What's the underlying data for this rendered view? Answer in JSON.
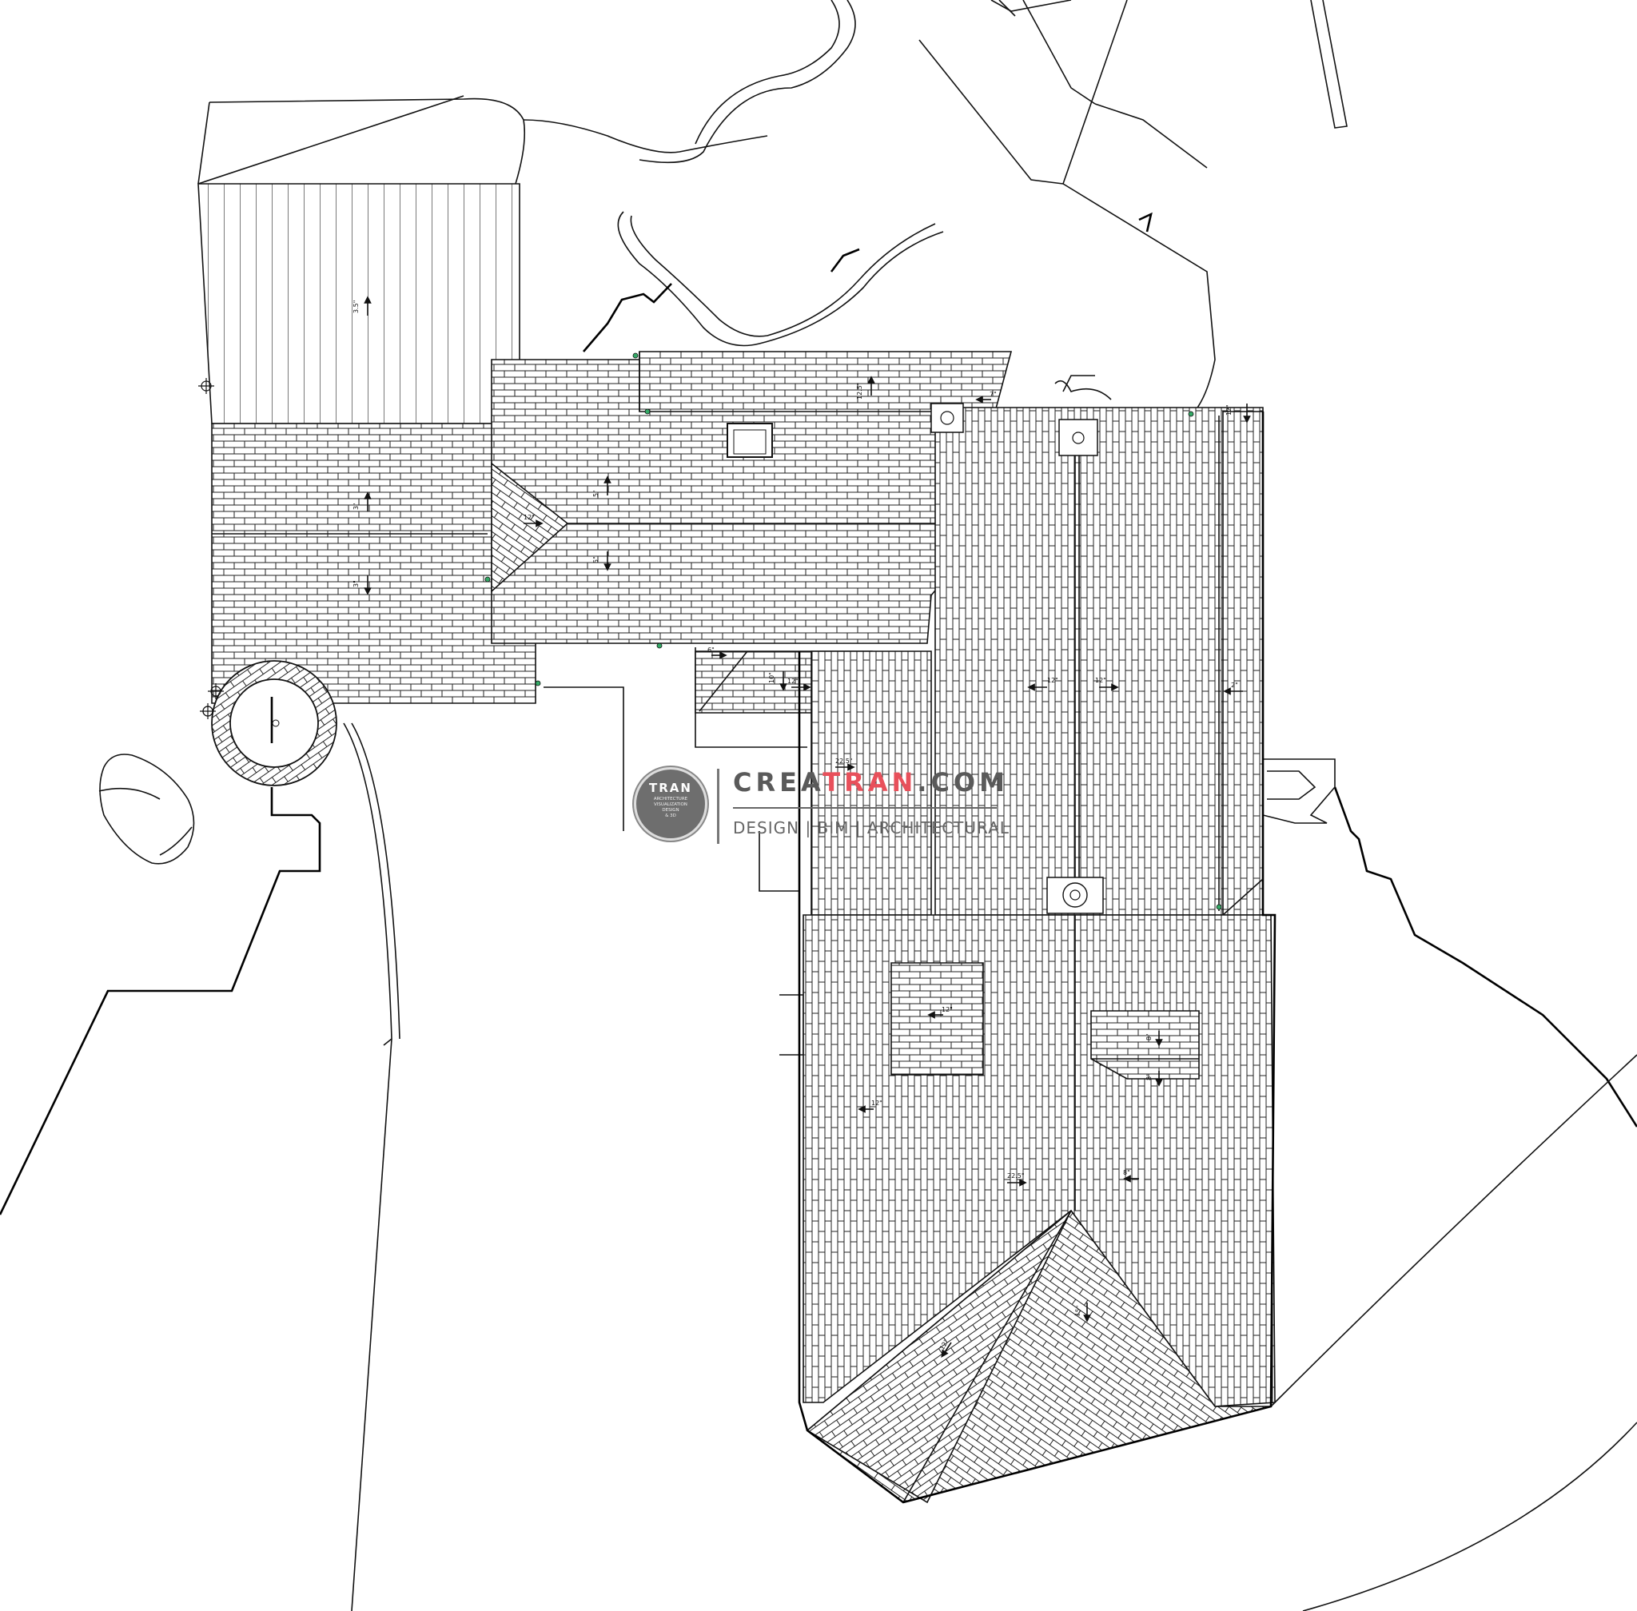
{
  "drawing": {
    "type": "roof-plan",
    "colors": {
      "line": "#111111",
      "background": "#ffffff",
      "shingle_pattern": "#111111"
    },
    "slope_labels": [
      "3.5\"",
      "3\"",
      "3\"",
      "12.5\"",
      "5\"",
      "5\"",
      "12\"",
      "12\"",
      "10\"",
      "12\"",
      "12\"",
      "2\"",
      "12\"",
      "7\"",
      "6\"",
      "12\"",
      "22.5\"",
      "8\"",
      "8\"",
      "8\"",
      "22.5\"",
      "15\"",
      "12\"",
      "12\""
    ]
  },
  "watermark": {
    "logo_title": "TRAN",
    "logo_sub1": "ARCHITECTURE",
    "logo_sub2": "VISUALIZATION",
    "logo_sub3": "DESIGN",
    "logo_sub4": "& 3D",
    "brand_prefix": "CREA",
    "brand_accent": "TRAN",
    "brand_suffix": ".COM",
    "tagline": "DESIGN | BIM | ARCHITECTURAL",
    "accent_color": "#e8505b"
  }
}
